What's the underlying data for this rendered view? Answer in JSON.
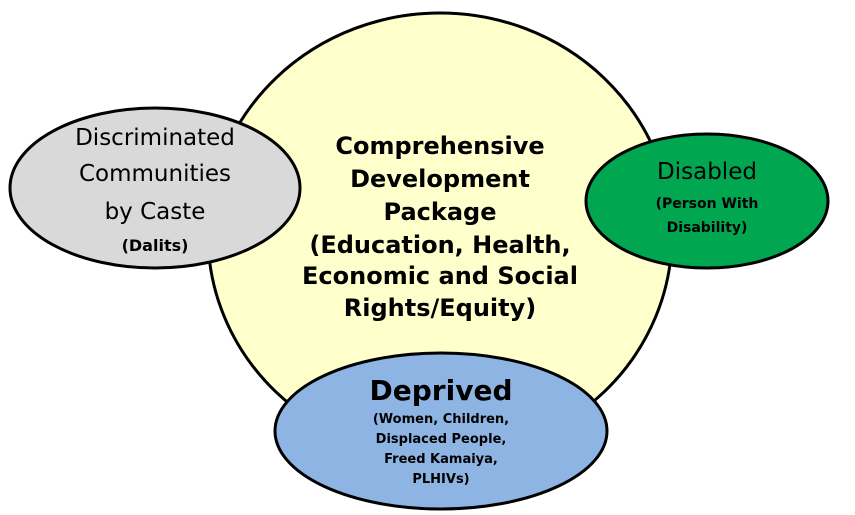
{
  "center": {
    "lines": [
      "Comprehensive",
      "Development",
      "Package",
      "(Education, Health,",
      "Economic and Social",
      "Rights/Equity)"
    ],
    "fill": "#FFFFCC"
  },
  "left": {
    "lines": [
      "Discriminated",
      "Communities",
      "by Caste"
    ],
    "sub": "(Dalits)",
    "fill": "#D9D9D9"
  },
  "right": {
    "title": "Disabled",
    "sub_lines": [
      "(Person With",
      "Disability)"
    ],
    "fill": "#00A650"
  },
  "bottom": {
    "title": "Deprived",
    "sub_lines": [
      "(Women, Children,",
      "Displaced  People,",
      "Freed Kamaiya,",
      "PLHIVs)"
    ],
    "fill": "#8EB4E3"
  }
}
